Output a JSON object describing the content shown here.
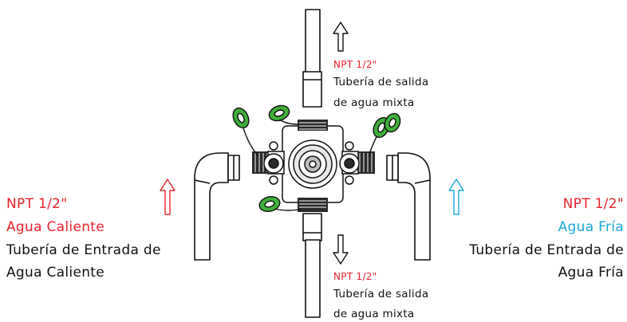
{
  "colors": {
    "hot": "#e8232a",
    "cold": "#1aa8d8",
    "ink": "#111111",
    "tape": "#3fae3a",
    "tape_dark": "#1f6e1f"
  },
  "outlet_top": {
    "npt": "NPT 1/2\"",
    "line1": "Tubería de salida",
    "line2": "de agua mixta"
  },
  "outlet_bottom": {
    "npt": "NPT 1/2\"",
    "line1": "Tubería de salida",
    "line2": "de agua mixta"
  },
  "hot_inlet": {
    "npt": "NPT 1/2\"",
    "name": "Agua Caliente",
    "line1": "Tubería de Entrada de",
    "line2": "Agua Caliente"
  },
  "cold_inlet": {
    "npt": "NPT 1/2\"",
    "name": "Agua Fría",
    "line1": "Tubería de Entrada de",
    "line2": "Agua Fría"
  },
  "icons": {
    "top_arrow": "arrow-up-outline",
    "bottom_arrow": "arrow-down-outline",
    "hot_arrow": "arrow-up-outline-red",
    "cold_arrow": "arrow-up-outline-blue"
  }
}
